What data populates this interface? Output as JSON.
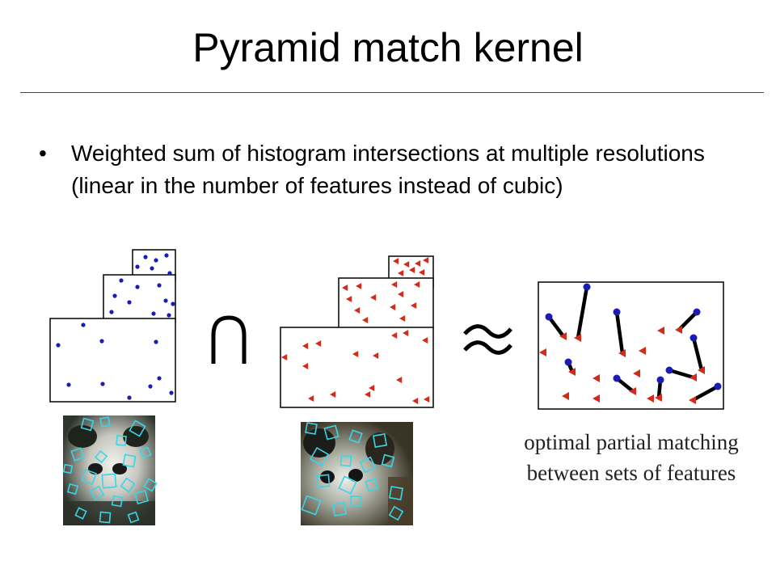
{
  "slide": {
    "title": "Pyramid match kernel",
    "bullet_symbol": "•",
    "bullet_text": "Weighted sum of histogram intersections at multiple resolutions (linear in the number of features instead of cubic)",
    "caption": "optimal partial matching between sets of features",
    "intersection_symbol": "∩",
    "approx_symbol": "≈"
  },
  "colors": {
    "feature_set_a": "#1b1bb5",
    "feature_set_b": "#d42a1a",
    "descriptor_boxes": "#38d6e8",
    "match_line": "#000000"
  }
}
